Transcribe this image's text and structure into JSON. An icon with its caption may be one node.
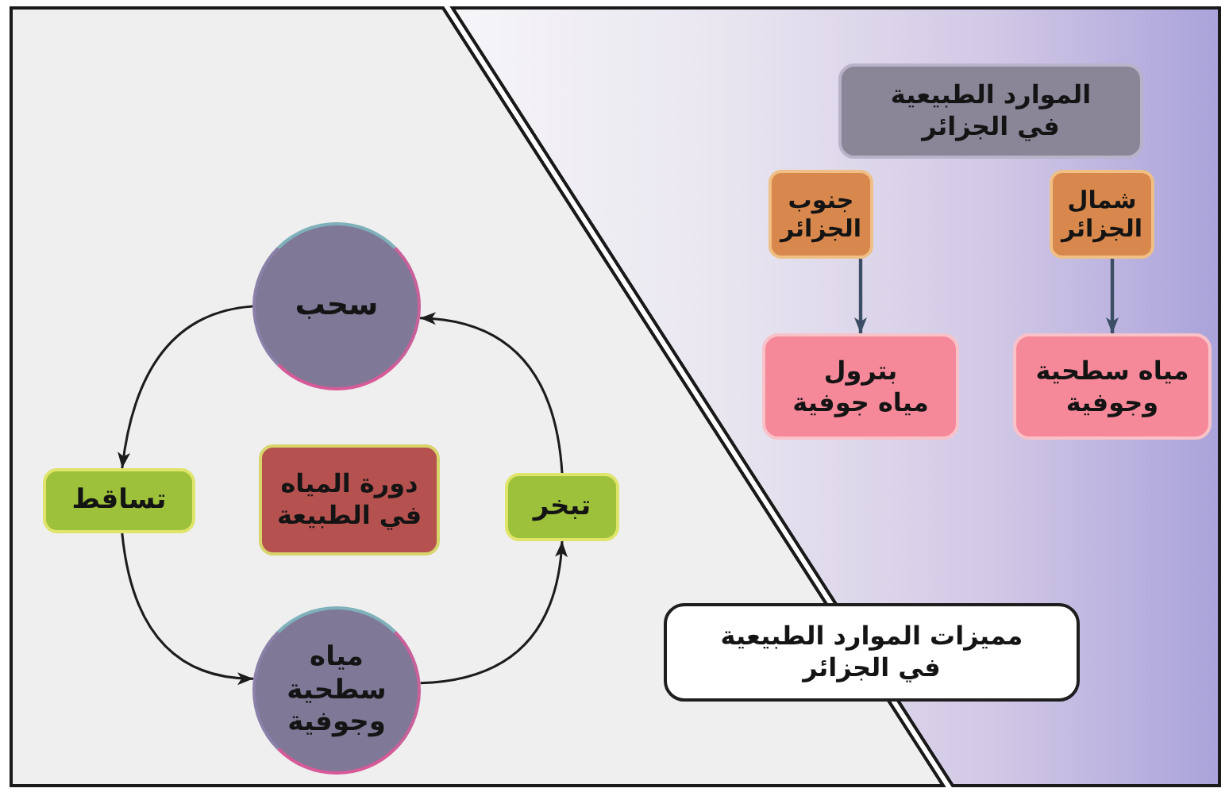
{
  "diagram": {
    "nodes": [
      {
        "text": [
          "سحب"
        ]
      },
      {
        "text": [
          "تساقط"
        ]
      },
      {
        "text": [
          "دورة المياه في الطبيعة"
        ]
      },
      {
        "text": [
          "تبخر"
        ]
      },
      {
        "text": [
          "مياه سطحية وجوفية"
        ]
      },
      {
        "text": [
          "الموارد الطبيعية في الجزائر"
        ]
      },
      {
        "text": [
          "جنوب الجزائر"
        ]
      },
      {
        "text": [
          "شمال الجزائر"
        ]
      },
      {
        "text": [
          "بترول مياه جوفية"
        ]
      },
      {
        "text": [
          "مياه سطحية وجوفية"
        ]
      },
      {
        "text": [
          "مميزات الموارد الطبيعية في الجزائر"
        ]
      }
    ],
    "edges": [
      {
        "from": 0,
        "to": 1,
        "arrow": "to"
      },
      {
        "from": 1,
        "to": 4,
        "arrow": "to"
      },
      {
        "from": 4,
        "to": 3,
        "arrow": "to"
      },
      {
        "from": 3,
        "to": 0,
        "arrow": "to"
      },
      {
        "from": 6,
        "to": 8,
        "arrow": "to",
        "color": "#3b4e66"
      },
      {
        "from": 7,
        "to": 9,
        "arrow": "to",
        "color": "#3b4e66"
      }
    ]
  }
}
